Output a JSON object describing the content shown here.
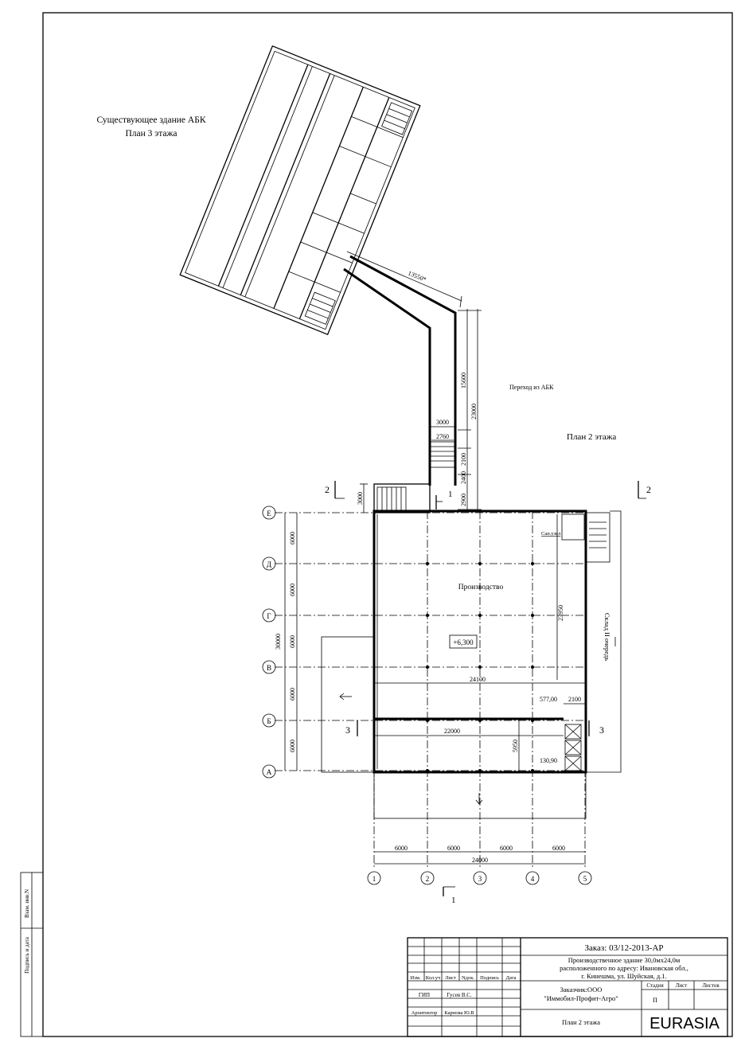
{
  "drawing": {
    "existing_building_title": "Существующее здание АБК",
    "existing_building_floor": "План 3 этажа",
    "floor_plan_title": "План 2 этажа",
    "passage_label": "Переход из АБК",
    "room_production": "Производство",
    "room_wc": "Сан.узел",
    "warehouse_label": "Склад II очередь",
    "elevation_mark": "+6,300",
    "level_577": "577,00",
    "level_130": "130,90",
    "section_2": "2",
    "section_3": "3",
    "section_1": "1"
  },
  "dimensions": {
    "d13550": "13550*",
    "d15600": "15600",
    "d23000": "23000",
    "d3000a": "3000",
    "d2760": "2760",
    "d2100a": "2100",
    "d2400": "2400",
    "d2900": "2900",
    "d3000b": "3000",
    "d23950": "23950",
    "d24100": "24100",
    "d2100b": "2100",
    "d22000": "22000",
    "d5950": "5950",
    "d30000": "30000",
    "bay": "6000",
    "d24000": "24000"
  },
  "axes": {
    "letters": [
      "Е",
      "Д",
      "Г",
      "В",
      "Б",
      "А"
    ],
    "numbers": [
      "1",
      "2",
      "3",
      "4",
      "5"
    ]
  },
  "side_stamp": {
    "inv_no": "Взам. инв.N",
    "sign_date": "Подпись и дата"
  },
  "title_block": {
    "order": "Заказ: 03/12-2013-АР",
    "project_line1": "Производственное здание 30,0мх24,0м",
    "project_line2": "расположенного по адресу: Ивановская обл.,",
    "project_line3": "г. Кинешма, ул. Шуйская, д.1.",
    "customer_line1": "Заказчик:ООО",
    "customer_line2": "\"Иммобил-Профит-Агро\"",
    "sheet_title": "План 2 этажа",
    "col_izm": "Изм.",
    "col_kol": "Кол.уч",
    "col_list": "Лист",
    "col_ndok": "Nдок.",
    "col_podp": "Подпись",
    "col_data": "Дата",
    "role_gip": "ГИП",
    "name_gip": "Гусев В.С.",
    "role_arch": "Архитектор",
    "name_arch": "Карнова Ю.В",
    "stage_h": "Стадия",
    "sheet_h": "Лист",
    "sheets_h": "Листов",
    "stage": "П",
    "logo": "EURASIA"
  }
}
